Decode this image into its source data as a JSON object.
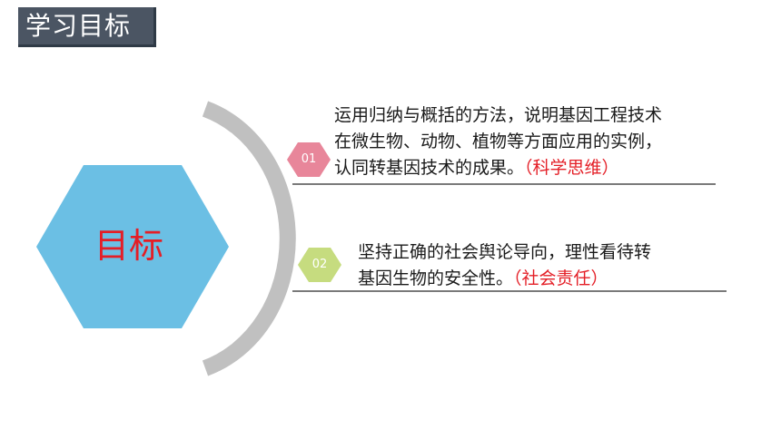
{
  "header": {
    "title": "学习目标"
  },
  "center": {
    "label": "目标"
  },
  "items": [
    {
      "number": "01",
      "lines": [
        "运用归纳与概括的方法，说明基因工程技术",
        "在微生物、动物、植物等方面应用的实例，",
        "认同转基因技术的成果。"
      ],
      "tag": "（科学思维）"
    },
    {
      "number": "02",
      "lines": [
        "坚持正确的社会舆论导向，理性看待转",
        "基因生物的安全性。"
      ],
      "tag": "（社会责任）"
    }
  ],
  "colors": {
    "title_bg": "#4b5563",
    "hexagon": "#6bbfe4",
    "arc": "#c0c0c0",
    "badge_01": "#e8869a",
    "badge_02": "#c6dc7f",
    "accent_red": "#e41e26"
  }
}
